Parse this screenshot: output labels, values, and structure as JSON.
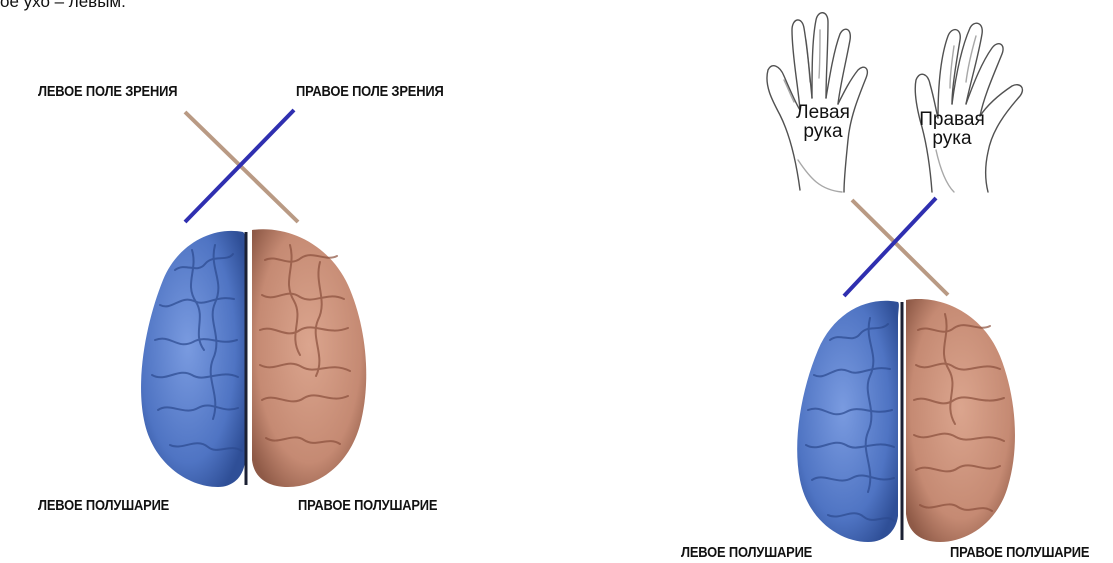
{
  "top_text": "ое ухо – левым.",
  "colors": {
    "left_hemisphere": "#5b7fc9",
    "right_hemisphere": "#c58a73",
    "blue_line": "#2f2fb0",
    "tan_line": "#b99a84"
  },
  "left_figure": {
    "left_field_label": "ЛЕВОЕ ПОЛЕ ЗРЕНИЯ",
    "right_field_label": "ПРАВОЕ ПОЛЕ ЗРЕНИЯ",
    "left_hemisphere_label": "ЛЕВОЕ ПОЛУШАРИЕ",
    "right_hemisphere_label": "ПРАВОЕ ПОЛУШАРИЕ"
  },
  "right_figure": {
    "left_hand_label_1": "Левая",
    "left_hand_label_2": "рука",
    "right_hand_label_1": "Правая",
    "right_hand_label_2": "рука",
    "left_hemisphere_label": "ЛЕВОЕ ПОЛУШАРИЕ",
    "right_hemisphere_label": "ПРАВОЕ ПОЛУШАРИЕ"
  }
}
